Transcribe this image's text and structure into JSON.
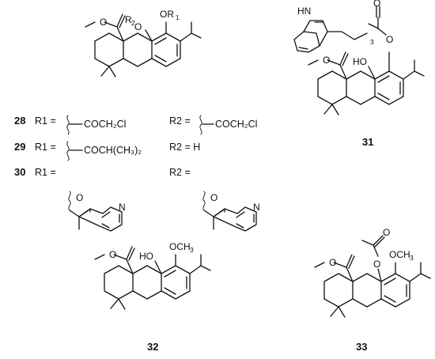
{
  "compounds": {
    "c28": {
      "num": "28",
      "r1_label": "R1 =",
      "r1_group": "COCH₂Cl",
      "r2_label": "R2 =",
      "r2_group": "COCH₂Cl"
    },
    "c29": {
      "num": "29",
      "r1_label": "R1 =",
      "r1_group": "COCH(CH₃)₂",
      "r2_label": "R2 = H"
    },
    "c30": {
      "num": "30",
      "r1_label": "R1 =",
      "r2_label": "R2 =",
      "pyridine_n": "N"
    },
    "c31": {
      "num": "31",
      "nh": "HN",
      "chain_sub": "3",
      "hydroxyl": "HO"
    },
    "c32": {
      "num": "32",
      "hydroxyl": "HO",
      "methoxy": "OCH",
      "methoxy_sub": "3"
    },
    "c33": {
      "num": "33",
      "methoxy": "OCH",
      "methoxy_sub": "3"
    }
  },
  "core": {
    "r1_oxygen": "OR",
    "r1_sub": "1",
    "r2_oxygen": "O",
    "r2_label": "R",
    "r2_sub": "2",
    "oxygen": "O"
  }
}
